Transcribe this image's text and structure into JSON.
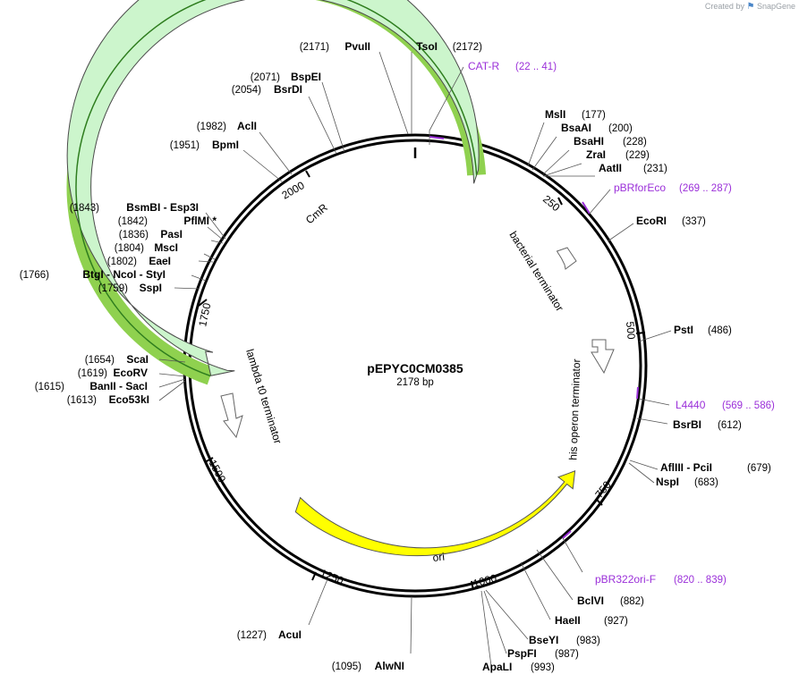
{
  "credit": {
    "prefix": "Created by",
    "brand": "SnapGene"
  },
  "plasmid": {
    "name": "pEPYC0CM0385",
    "size_label": "2178 bp",
    "length": 2178
  },
  "ticks": [
    "250",
    "500",
    "750",
    "1000",
    "1250",
    "1500",
    "1750",
    "2000"
  ],
  "enzymes": [
    {
      "name": "TsoI",
      "pos": "(2172)"
    },
    {
      "name": "PvuII",
      "pos": "(2171)"
    },
    {
      "name": "BspEI",
      "pos": "(2071)"
    },
    {
      "name": "BsrDI",
      "pos": "(2054)"
    },
    {
      "name": "AclI",
      "pos": "(1982)"
    },
    {
      "name": "BpmI",
      "pos": "(1951)"
    },
    {
      "name": "BsmBI - Esp3I",
      "pos": "(1843)"
    },
    {
      "name": "PflMI *",
      "pos": "(1842)"
    },
    {
      "name": "PasI",
      "pos": "(1836)"
    },
    {
      "name": "MscI",
      "pos": "(1804)"
    },
    {
      "name": "EaeI",
      "pos": "(1802)"
    },
    {
      "name": "BtgI - NcoI - StyI",
      "pos": "(1766)"
    },
    {
      "name": "SspI",
      "pos": "(1759)"
    },
    {
      "name": "ScaI",
      "pos": "(1654)"
    },
    {
      "name": "EcoRV",
      "pos": "(1619)"
    },
    {
      "name": "BanII - SacI",
      "pos": "(1615)"
    },
    {
      "name": "Eco53kI",
      "pos": "(1613)"
    },
    {
      "name": "AcuI",
      "pos": "(1227)"
    },
    {
      "name": "AlwNI",
      "pos": "(1095)"
    },
    {
      "name": "MslI",
      "pos": "(177)"
    },
    {
      "name": "BsaAI",
      "pos": "(200)"
    },
    {
      "name": "BsaHI",
      "pos": "(228)"
    },
    {
      "name": "ZraI",
      "pos": "(229)"
    },
    {
      "name": "AatII",
      "pos": "(231)"
    },
    {
      "name": "EcoRI",
      "pos": "(337)"
    },
    {
      "name": "PstI",
      "pos": "(486)"
    },
    {
      "name": "BsrBI",
      "pos": "(612)"
    },
    {
      "name": "AflIII - PciI",
      "pos": "(679)"
    },
    {
      "name": "NspI",
      "pos": "(683)"
    },
    {
      "name": "BclVI",
      "pos": "(882)"
    },
    {
      "name": "HaeII",
      "pos": "(927)"
    },
    {
      "name": "BseYI",
      "pos": "(983)"
    },
    {
      "name": "PspFI",
      "pos": "(987)"
    },
    {
      "name": "ApaLI",
      "pos": "(993)"
    }
  ],
  "primers": [
    {
      "name": "CAT-R",
      "pos": "(22 .. 41)"
    },
    {
      "name": "pBRforEco",
      "pos": "(269 .. 287)"
    },
    {
      "name": "L4440",
      "pos": "(569 .. 586)"
    },
    {
      "name": "pBR322ori-F",
      "pos": "(820 .. 839)"
    }
  ],
  "features": [
    {
      "name": "CmR",
      "color": "#ccf5cc",
      "highlight": "#8fd14f"
    },
    {
      "name": "ori",
      "color": "#ffff00"
    },
    {
      "name": "bacterial terminator",
      "color": "#ffffff"
    },
    {
      "name": "his operon terminator",
      "color": "#ffffff"
    },
    {
      "name": "lambda t0 terminator",
      "color": "#ffffff"
    }
  ],
  "colors": {
    "primer": "#9b30d9",
    "backbone": "#000000"
  }
}
